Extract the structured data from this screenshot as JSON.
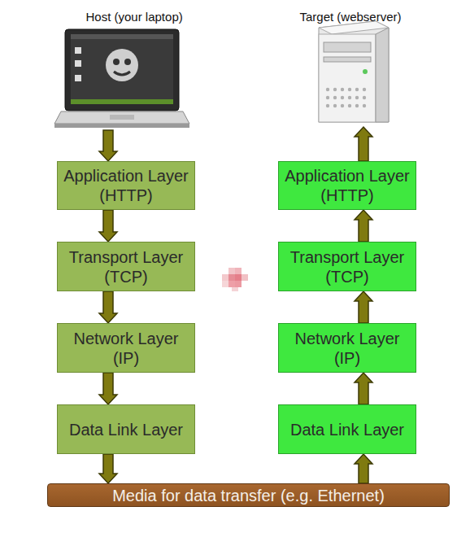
{
  "diagram": {
    "nodes": [
      {
        "text": [
          "Application Layer (HTTP)"
        ]
      },
      {
        "text": [
          "Transport Layer (TCP)"
        ]
      },
      {
        "text": [
          "Network Layer (IP)"
        ]
      },
      {
        "text": [
          "Data Link Layer"
        ]
      },
      {
        "text": [
          "Application Layer (HTTP)"
        ]
      },
      {
        "text": [
          "Transport Layer (TCP)"
        ]
      },
      {
        "text": [
          "Network Layer (IP)"
        ]
      },
      {
        "text": [
          "Data Link Layer"
        ]
      },
      {
        "text": [
          "Media for data transfer (e.g. Ethernet)"
        ]
      }
    ],
    "edges": [
      {
        "from": 0,
        "to": 1,
        "arrow": "to"
      },
      {
        "from": 1,
        "to": 2,
        "arrow": "to"
      },
      {
        "from": 2,
        "to": 3,
        "arrow": "to"
      },
      {
        "from": 3,
        "to": 8,
        "arrow": "to"
      },
      {
        "from": 8,
        "to": 7,
        "arrow": "to"
      },
      {
        "from": 7,
        "to": 6,
        "arrow": "to"
      },
      {
        "from": 6,
        "to": 5,
        "arrow": "to"
      },
      {
        "from": 5,
        "to": 4,
        "arrow": "to"
      }
    ],
    "labels": [
      "Host (your laptop)",
      "Target (webserver)"
    ]
  }
}
